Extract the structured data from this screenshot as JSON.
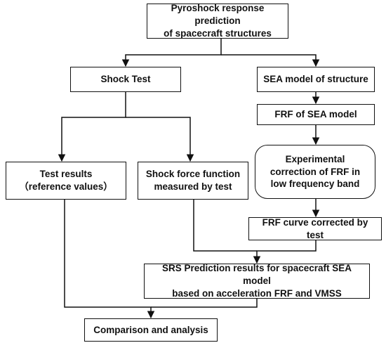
{
  "nodes": {
    "top": {
      "lines": [
        "Pyroshock response prediction",
        "of spacecraft structures"
      ]
    },
    "shock": {
      "lines": [
        "Shock Test"
      ]
    },
    "sea": {
      "lines": [
        "SEA model of structure"
      ]
    },
    "frf": {
      "lines": [
        "FRF of SEA model"
      ]
    },
    "exp": {
      "lines": [
        "Experimental",
        "correction of FRF in",
        "low frequency band"
      ]
    },
    "test": {
      "lines": [
        "Test results",
        "（reference values）"
      ]
    },
    "force": {
      "lines": [
        "Shock force function",
        "measured by test"
      ]
    },
    "curve": {
      "lines": [
        "FRF curve corrected by test"
      ]
    },
    "srs": {
      "lines": [
        "SRS Prediction results for spacecraft SEA model",
        "based on acceleration FRF and VMSS"
      ]
    },
    "compare": {
      "lines": [
        "Comparison and analysis"
      ]
    }
  },
  "edges": [
    {
      "from": "top",
      "to": "shock"
    },
    {
      "from": "top",
      "to": "sea"
    },
    {
      "from": "shock",
      "to": "test"
    },
    {
      "from": "shock",
      "to": "force"
    },
    {
      "from": "sea",
      "to": "frf"
    },
    {
      "from": "frf",
      "to": "exp"
    },
    {
      "from": "exp",
      "to": "curve"
    },
    {
      "from": "curve",
      "to": "srs"
    },
    {
      "from": "force",
      "to": "srs"
    },
    {
      "from": "test",
      "to": "compare"
    },
    {
      "from": "srs",
      "to": "compare"
    }
  ],
  "colors": {
    "line": "#111111",
    "box_border": "#111111",
    "text": "#111111",
    "background": "#ffffff"
  }
}
